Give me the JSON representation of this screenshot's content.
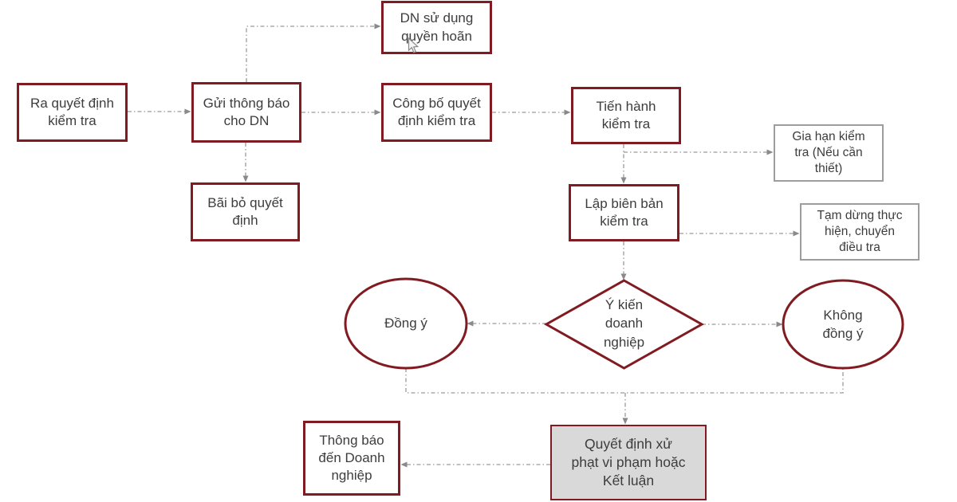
{
  "colors": {
    "maroon": "#811b21",
    "gray_border": "#9d9d9d",
    "gray_fill": "#d9d9d9",
    "connector": "#9a9a9a",
    "arrow": "#8a8a8a",
    "text": "#3d3d3d",
    "bg": "#ffffff"
  },
  "nodes": {
    "ra_quyet_dinh": {
      "label": "Ra quyết định\nkiểm tra"
    },
    "gui_thong_bao": {
      "label": "Gửi thông báo\ncho DN"
    },
    "dn_su_dung": {
      "label": "DN sử dụng\nquyền hoãn"
    },
    "bai_bo": {
      "label": "Bãi bỏ quyết\nđịnh"
    },
    "cong_bo": {
      "label": "Công bố quyết\nđịnh kiểm tra"
    },
    "tien_hanh": {
      "label": "Tiến hành\nkiểm tra"
    },
    "gia_han": {
      "label": "Gia hạn kiểm\ntra (Nếu cần\nthiết)"
    },
    "lap_bien_ban": {
      "label": "Lập biên bản\nkiểm tra"
    },
    "tam_dung": {
      "label": "Tạm dừng thực\nhiện, chuyển\nđiều tra"
    },
    "y_kien": {
      "label": "Ý kiến\ndoanh\nnghiệp"
    },
    "dong_y": {
      "label": "Đồng ý"
    },
    "khong_dong_y": {
      "label": "Không\nđồng ý"
    },
    "xu_phat": {
      "label": "Quyết định xử\nphạt vi phạm hoặc\nKết luận"
    },
    "thong_bao": {
      "label": "Thông báo\nđến Doanh\nnghiệp"
    }
  }
}
